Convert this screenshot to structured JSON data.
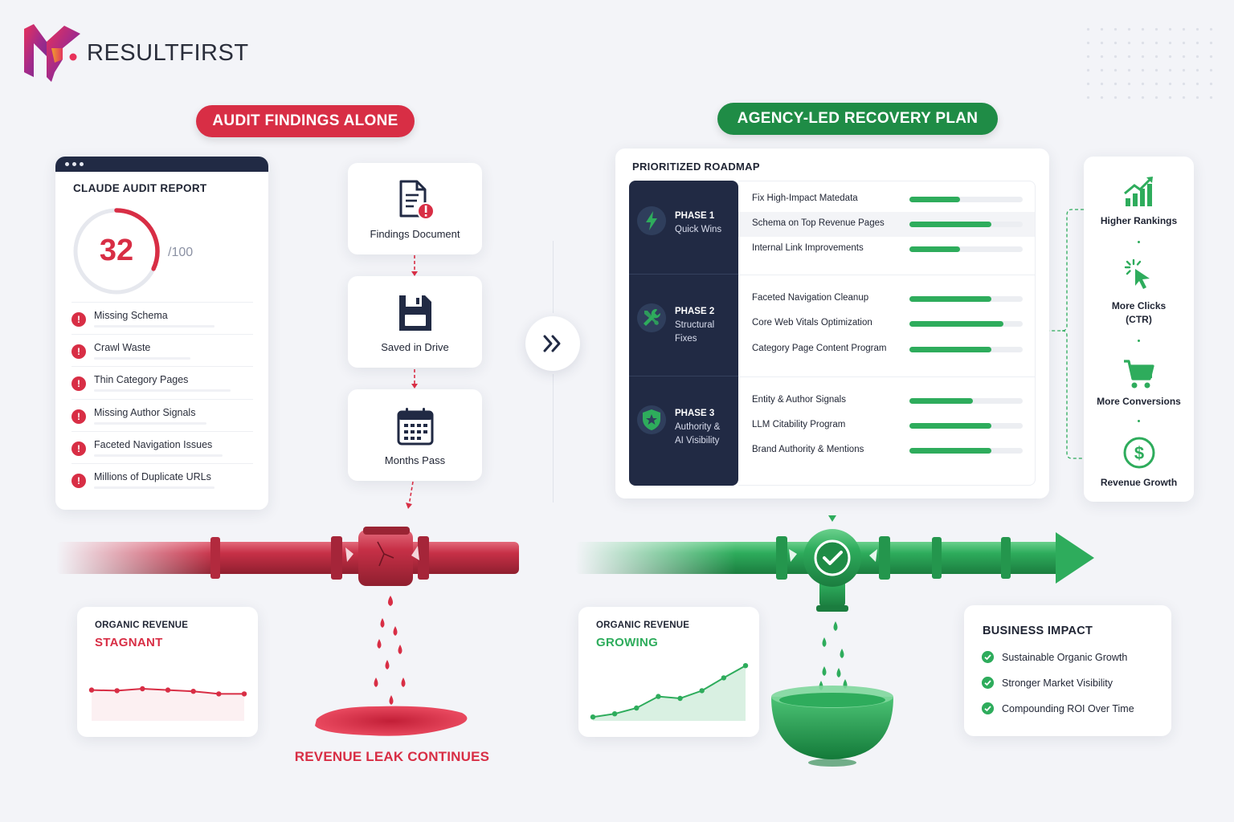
{
  "brand": {
    "name": "RESULTFIRST",
    "colors": {
      "red": "#d82e45",
      "green": "#2eac5c",
      "navy": "#212a44"
    }
  },
  "left": {
    "pill": "AUDIT FINDINGS ALONE",
    "audit": {
      "title": "CLAUDE AUDIT REPORT",
      "score": "32",
      "score_max": "/100",
      "score_fraction": 0.32,
      "issues": [
        "Missing Schema",
        "Crawl Waste",
        "Thin Category Pages",
        "Missing Author Signals",
        "Faceted Navigation Issues",
        "Millions of Duplicate URLs"
      ]
    },
    "flow": [
      {
        "label": "Findings Document",
        "icon": "document-alert-icon"
      },
      {
        "label": "Saved in Drive",
        "icon": "floppy-disk-icon"
      },
      {
        "label": "Months Pass",
        "icon": "calendar-icon"
      }
    ],
    "revenue": {
      "title": "ORGANIC REVENUE",
      "status": "STAGNANT",
      "trend": [
        48,
        47,
        50,
        48,
        46,
        42,
        42
      ]
    },
    "leak_text": "REVENUE LEAK CONTINUES"
  },
  "right": {
    "pill": "AGENCY-LED RECOVERY PLAN",
    "roadmap": {
      "title": "PRIORITIZED ROADMAP",
      "phases": [
        {
          "name": "PHASE 1",
          "desc": "Quick Wins",
          "icon": "lightning-icon",
          "items": [
            {
              "label": "Fix High-Impact Matedata",
              "progress": 0.45
            },
            {
              "label": "Schema on Top Revenue Pages",
              "progress": 0.72
            },
            {
              "label": "Internal Link Improvements",
              "progress": 0.45
            }
          ]
        },
        {
          "name": "PHASE 2",
          "desc": "Structural\nFixes",
          "icon": "wrench-icon",
          "items": [
            {
              "label": "Faceted Navigation Cleanup",
              "progress": 0.72
            },
            {
              "label": "Core Web Vitals Optimization",
              "progress": 0.83
            },
            {
              "label": "Category Page Content Program",
              "progress": 0.72
            }
          ]
        },
        {
          "name": "PHASE 3",
          "desc": "Authority &\nAI Visibility",
          "icon": "shield-star-icon",
          "items": [
            {
              "label": "Entity & Author Signals",
              "progress": 0.56
            },
            {
              "label": "LLM Citability Program",
              "progress": 0.72
            },
            {
              "label": "Brand Authority & Mentions",
              "progress": 0.72
            }
          ]
        }
      ]
    },
    "outcomes": [
      {
        "label": "Higher Rankings",
        "icon": "bar-chart-up-icon"
      },
      {
        "label": "More Clicks\n(CTR)",
        "icon": "cursor-click-icon"
      },
      {
        "label": "More Conversions",
        "icon": "cart-icon"
      },
      {
        "label": "Revenue Growth",
        "icon": "dollar-circle-icon"
      }
    ],
    "revenue": {
      "title": "ORGANIC REVENUE",
      "status": "GROWING",
      "trend": [
        6,
        11,
        20,
        38,
        35,
        47,
        67,
        86
      ]
    },
    "impact": {
      "title": "BUSINESS IMPACT",
      "items": [
        "Sustainable Organic Growth",
        "Stronger Market Visibility",
        "Compounding ROI Over Time"
      ]
    }
  }
}
